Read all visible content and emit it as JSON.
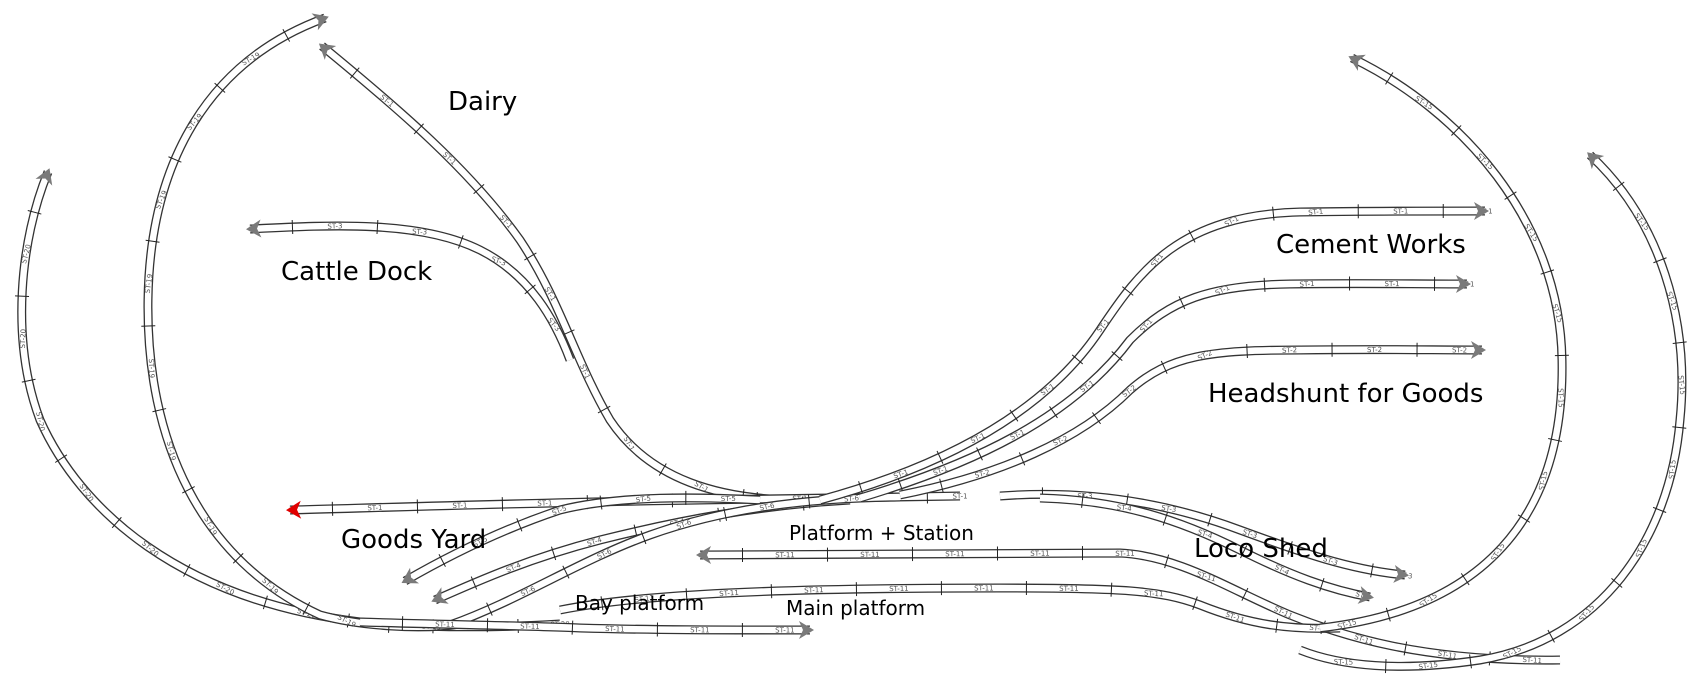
{
  "labels": {
    "dairy": "Dairy",
    "cattle_dock": "Cattle Dock",
    "goods_yard": "Goods Yard",
    "cement_works": "Cement Works",
    "headshunt": "Headshunt for Goods",
    "loco_shed": "Loco Shed",
    "platform_station": "Platform + Station",
    "bay_platform": "Bay platform",
    "main_platform": "Main platform"
  },
  "section_codes": [
    "ST-1",
    "ST-2",
    "ST-3",
    "ST-4",
    "ST-5",
    "ST-6",
    "ST-11",
    "ST-15",
    "ST-19",
    "ST-20"
  ],
  "colors": {
    "track_edge": "#333333",
    "track_fill": "#ffffff",
    "end_arrow": "#7a7a7a",
    "active_end_arrow": "#e00000"
  }
}
